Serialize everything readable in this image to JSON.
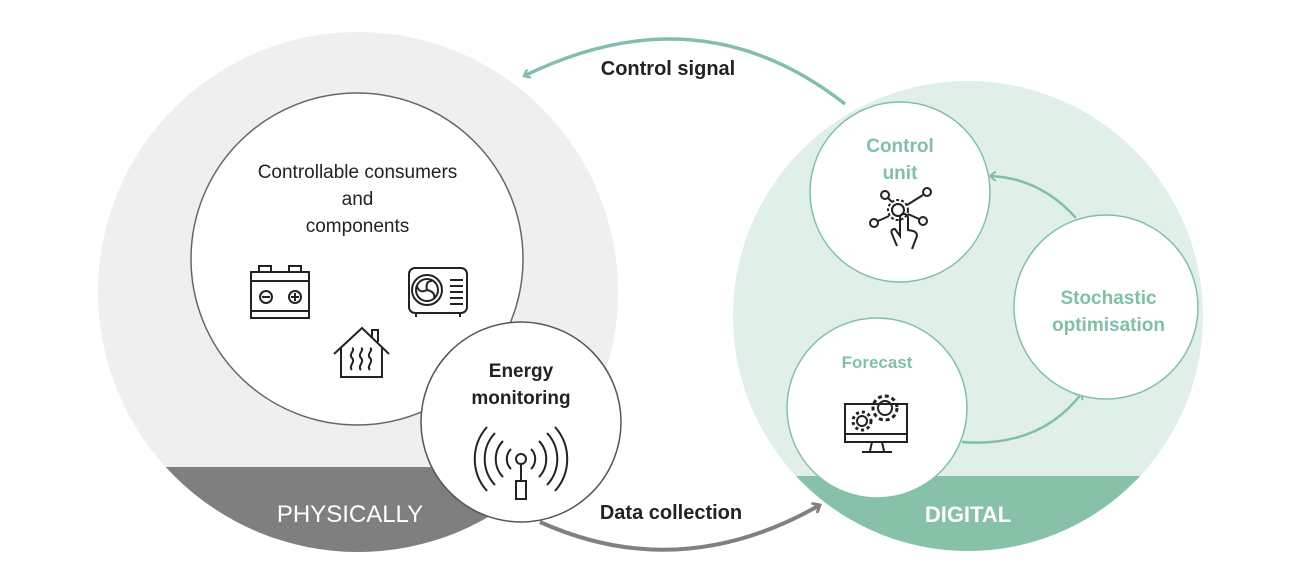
{
  "colors": {
    "physical_bg": "#efefef",
    "physical_band": "#7f7f7f",
    "digital_bg": "#e1efe9",
    "digital_band": "#87c1a8",
    "green_stroke": "#82c0a6",
    "grey_stroke": "#808080",
    "dark_stroke": "#555555"
  },
  "physical": {
    "label": "PHYSICALLY",
    "consumers": {
      "title_lines": [
        "Controllable consumers",
        "and",
        "components"
      ],
      "icons": [
        "battery-icon",
        "heat-pump-icon",
        "house-heating-icon"
      ]
    },
    "energy_monitoring": {
      "title_lines": [
        "Energy",
        "monitoring"
      ],
      "icon": "antenna-icon"
    }
  },
  "digital": {
    "label": "DIGITAL",
    "control_unit": {
      "title_lines": [
        "Control",
        "unit"
      ],
      "icon": "control-network-icon"
    },
    "stochastic": {
      "title_lines": [
        "Stochastic",
        "optimisation"
      ]
    },
    "forecast": {
      "title_lines": [
        "Forecast"
      ],
      "icon": "monitor-gears-icon"
    }
  },
  "flows": {
    "control_signal": "Control signal",
    "data_collection": "Data collection"
  }
}
